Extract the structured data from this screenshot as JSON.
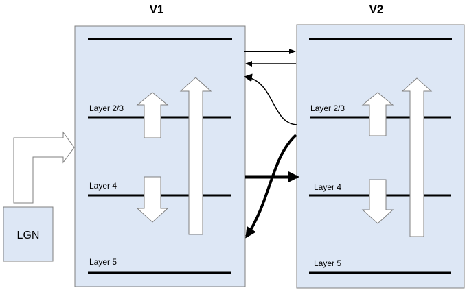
{
  "areas": {
    "v1": {
      "title": "V1",
      "layer_23": "Layer 2/3",
      "layer_4": "Layer 4",
      "layer_5": "Layer 5"
    },
    "v2": {
      "title": "V2",
      "layer_23": "Layer 2/3",
      "layer_4": "Layer 4",
      "layer_5": "Layer 5"
    }
  },
  "lgn": {
    "label": "LGN"
  },
  "colors": {
    "box_fill": "#dde7f5",
    "box_stroke": "#7f7f7f",
    "line": "#000000",
    "hollow_arrow_fill": "#ffffff"
  }
}
